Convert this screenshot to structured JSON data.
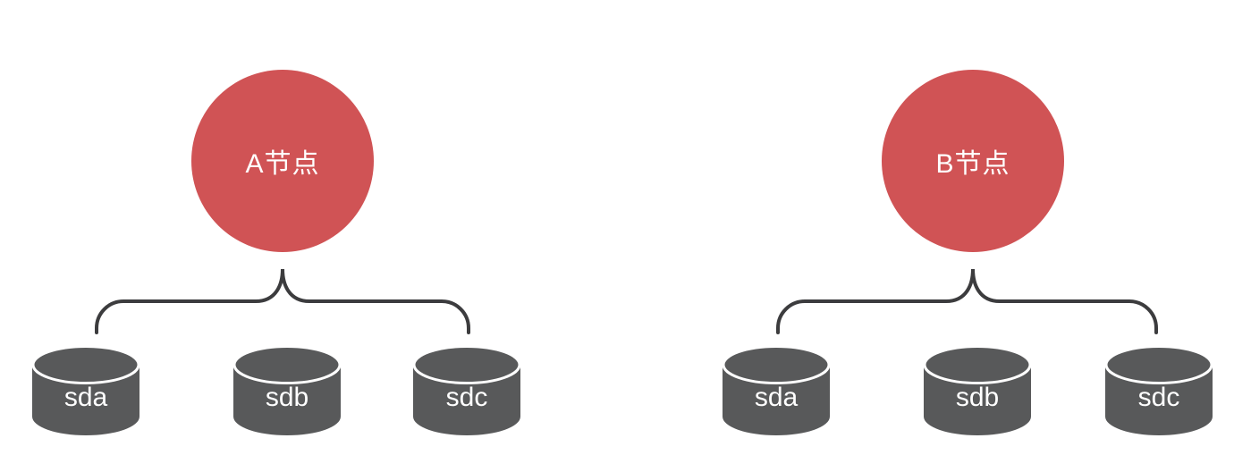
{
  "diagram": {
    "title": "node-disk-topology",
    "groups": [
      {
        "node_label": "A节点",
        "disks": [
          {
            "label": "sda"
          },
          {
            "label": "sdb"
          },
          {
            "label": "sdc"
          }
        ]
      },
      {
        "node_label": "B节点",
        "disks": [
          {
            "label": "sda"
          },
          {
            "label": "sdb"
          },
          {
            "label": "sdc"
          }
        ]
      }
    ],
    "colors": {
      "node_fill": "#D05355",
      "disk_fill": "#58595A",
      "brace_stroke": "#3C3C3E",
      "label_text": "#FFFFFF",
      "background": "#FFFFFF"
    }
  }
}
